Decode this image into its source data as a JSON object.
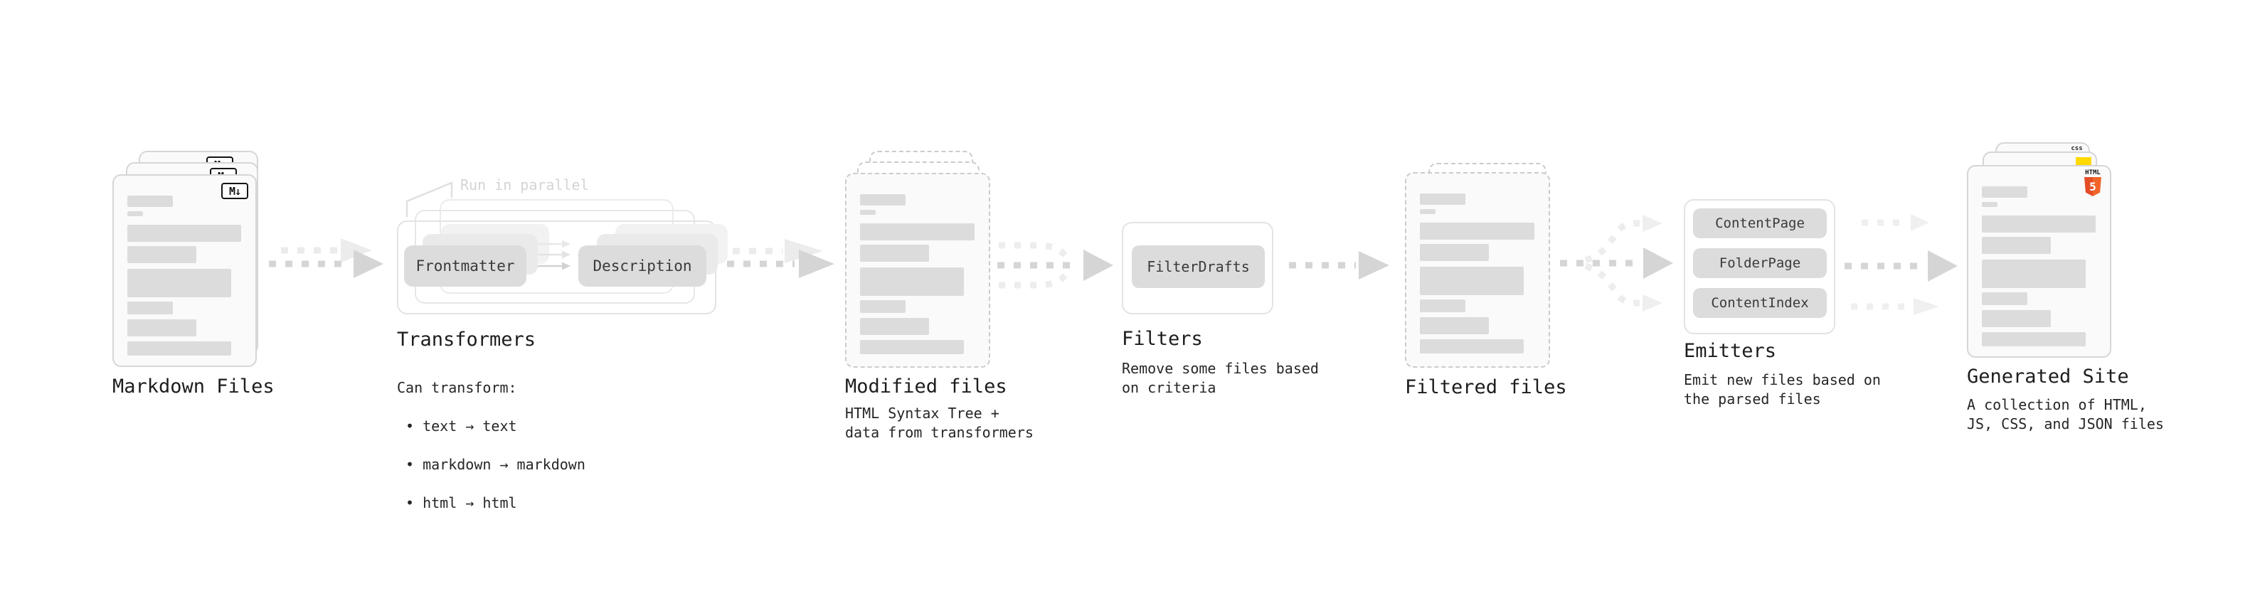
{
  "stages": {
    "markdown_files": {
      "title": "Markdown Files",
      "badge": "M↓"
    },
    "transformers": {
      "title": "Transformers",
      "note": "Run in parallel",
      "pill_left": "Frontmatter",
      "pill_right": "Description",
      "body_intro": "Can transform:",
      "bullets": [
        "• text → text",
        "• markdown → markdown",
        "• html → html"
      ]
    },
    "modified_files": {
      "title": "Modified files",
      "subtitle": "HTML Syntax Tree +\ndata from transformers"
    },
    "filters": {
      "title": "Filters",
      "pill": "FilterDrafts",
      "subtitle": "Remove some files based\non criteria"
    },
    "filtered_files": {
      "title": "Filtered files"
    },
    "emitters": {
      "title": "Emitters",
      "pills": [
        "ContentPage",
        "FolderPage",
        "ContentIndex"
      ],
      "subtitle": "Emit new files based on\nthe parsed files"
    },
    "generated_site": {
      "title": "Generated Site",
      "subtitle": "A collection of HTML,\nJS, CSS, and JSON files",
      "badges": {
        "css": "css",
        "html_label": "HTML",
        "html_number": "5"
      }
    }
  },
  "colors": {
    "html5_orange": "#e44d26",
    "js_yellow": "#ffd900",
    "css_blue": "#2965f1",
    "bar_gray": "#dcdcdc",
    "arrow_gray": "#d5d5d5",
    "arrow_light": "#ebebeb"
  }
}
